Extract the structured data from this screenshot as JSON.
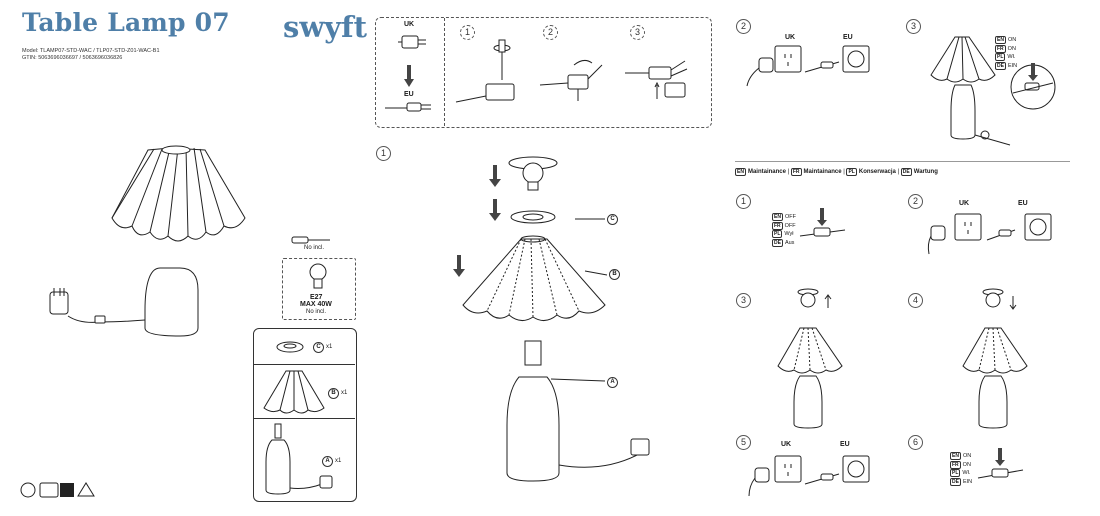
{
  "header": {
    "title": "Table Lamp 07",
    "brand": "swyft",
    "model": "Model: TLAMP07-STD-WAC / TLP07-STD-Z01-WAC-B1",
    "gtin": "GTIN: 5063696036697 / 5063696036826"
  },
  "parts": {
    "screwdriver_note": "No incl.",
    "bulb_type": "E27",
    "bulb_max": "MAX 40W",
    "bulb_note": "No incl.",
    "items": [
      {
        "letter": "C",
        "qty": "x1"
      },
      {
        "letter": "B",
        "qty": "x1"
      },
      {
        "letter": "A",
        "qty": "x1"
      }
    ]
  },
  "plug_change": {
    "uk": "UK",
    "eu": "EU",
    "steps": [
      "1",
      "2",
      "3"
    ]
  },
  "assembly": {
    "step": "1",
    "labels": [
      "C",
      "B",
      "A"
    ]
  },
  "connect": {
    "step2": "2",
    "step3": "3",
    "uk": "UK",
    "eu": "EU",
    "switch_langs": [
      {
        "code": "EN",
        "text": "ON"
      },
      {
        "code": "FR",
        "text": "ON"
      },
      {
        "code": "PL",
        "text": "Wł."
      },
      {
        "code": "DE",
        "text": "EIN"
      }
    ]
  },
  "maintenance": {
    "heading": [
      {
        "code": "EN",
        "text": "Maintainance"
      },
      {
        "code": "FR",
        "text": "Maintainance"
      },
      {
        "code": "PL",
        "text": "Konserwacja"
      },
      {
        "code": "DE",
        "text": "Wartung"
      }
    ],
    "steps": [
      "1",
      "2",
      "3",
      "4",
      "5",
      "6"
    ],
    "off_langs": [
      {
        "code": "EN",
        "text": "OFF"
      },
      {
        "code": "FR",
        "text": "OFF"
      },
      {
        "code": "PL",
        "text": "Wył"
      },
      {
        "code": "DE",
        "text": "Aus"
      }
    ],
    "on_langs": [
      {
        "code": "EN",
        "text": "ON"
      },
      {
        "code": "FR",
        "text": "ON"
      },
      {
        "code": "PL",
        "text": "Wł."
      },
      {
        "code": "DE",
        "text": "EIN"
      }
    ],
    "uk": "UK",
    "eu": "EU"
  },
  "colors": {
    "brand_blue": "#4f7fa8",
    "line": "#222222"
  }
}
